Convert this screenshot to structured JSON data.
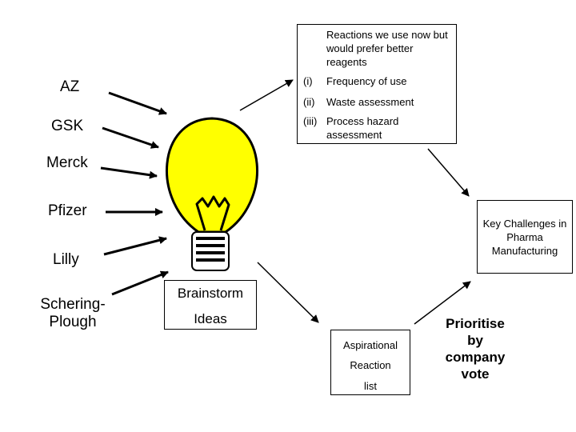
{
  "companies": [
    {
      "id": "az",
      "label": "AZ"
    },
    {
      "id": "gsk",
      "label": "GSK"
    },
    {
      "id": "merck",
      "label": "Merck"
    },
    {
      "id": "pfizer",
      "label": "Pfizer"
    },
    {
      "id": "lilly",
      "label": "Lilly"
    },
    {
      "id": "schering",
      "label": "Schering-\nPlough"
    }
  ],
  "brainstorm": {
    "line1": "Brainstorm",
    "line2": "Ideas"
  },
  "reactions_box": {
    "heading": "Reactions we use now but would prefer better reagents",
    "items": [
      {
        "marker": "(i)",
        "text": "Frequency of use"
      },
      {
        "marker": "(ii)",
        "text": "Waste assessment"
      },
      {
        "marker": "(iii)",
        "text": "Process hazard assessment"
      }
    ]
  },
  "challenges_box": {
    "text": "Key Challenges in Pharma Manufacturing"
  },
  "aspirational_box": {
    "line1": "Aspirational",
    "line2": "Reaction",
    "line3": "list"
  },
  "prioritise": {
    "text": "Prioritise by company vote"
  },
  "colors": {
    "bulb_fill": "#ffff00",
    "stroke": "#000000"
  }
}
